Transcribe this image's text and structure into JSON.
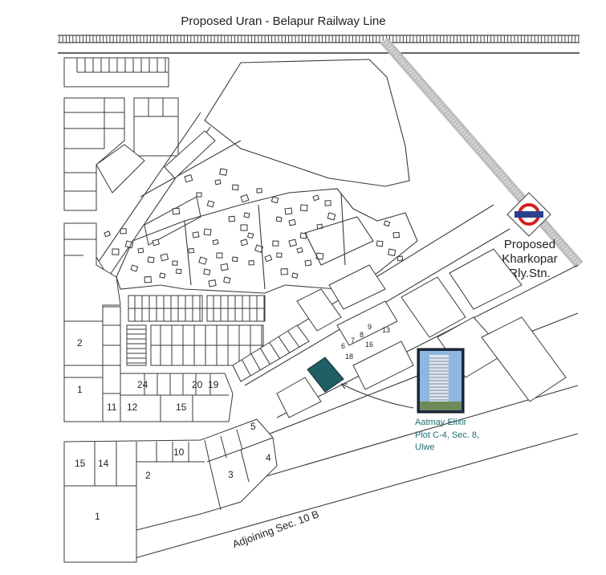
{
  "map": {
    "railway_title": "Proposed Uran - Belapur Railway Line",
    "station_label_line1": "Proposed",
    "station_label_line2": "Kharkopar",
    "station_label_line3": "Rly.Stn.",
    "road_label": "Adjoining Sec. 10 B",
    "project_label_line1": "Aatmay Elixir",
    "project_label_line2": "Plot C-4, Sec. 8,",
    "project_label_line3": "Ulwe",
    "colors": {
      "highlight_plot": "#1f5f63",
      "label_teal": "#1f6d73",
      "station_ring": "#d11f1f",
      "station_bar": "#2a3f8f",
      "track": "#b8b8b8",
      "line": "#3a3a3a"
    },
    "plot_numbers": {
      "p2_left": "2",
      "p1_left": "1",
      "p11": "11",
      "p12": "12",
      "p24": "24",
      "p20": "20",
      "p19": "19",
      "p15_top": "15",
      "p10": "10",
      "p5": "5",
      "p4": "4",
      "p3": "3",
      "p2_bottom": "2",
      "p15_bottom": "15",
      "p14": "14",
      "p1_bottom": "1",
      "p6": "6",
      "p7": "7",
      "p8": "8",
      "p9": "9",
      "p13": "13",
      "p16": "16",
      "p18": "18"
    }
  }
}
